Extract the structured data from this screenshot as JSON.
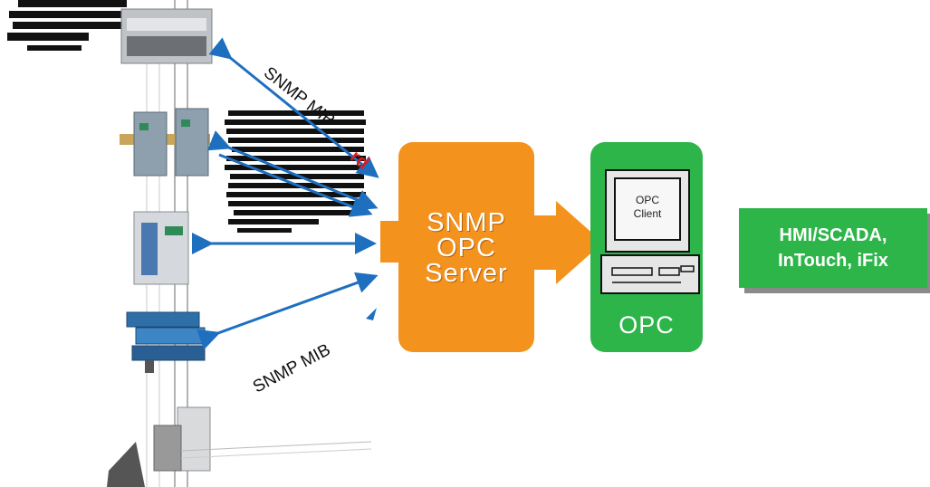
{
  "diagram": {
    "server": {
      "lines": [
        "SNMP",
        "OPC",
        "Server"
      ]
    },
    "opc_client": {
      "screen_lines": [
        "OPC",
        "Client"
      ],
      "label": "OPC"
    },
    "hmi": {
      "lines": [
        "HMI/SCADA,",
        "InTouch, iFix"
      ]
    },
    "edge_labels": {
      "top": "SNMP MIB",
      "top_overlay": "rd",
      "bottom": "SNMP MIB"
    },
    "colors": {
      "server": "#f4921e",
      "client": "#2db54a",
      "hmi": "#2db54a",
      "arrows": "#1f6fbf",
      "overlay_text": "#d81e1e"
    }
  }
}
